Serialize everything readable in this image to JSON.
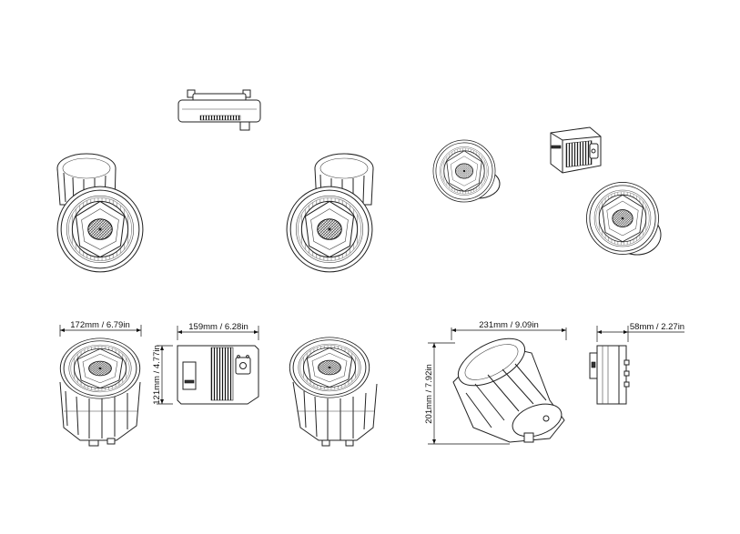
{
  "dimensions": {
    "width_speaker_front": "172mm / 6.79in",
    "height_controller": "121mm / 4.77in",
    "width_controller": "159mm / 6.28in",
    "width_speaker_side": "231mm / 9.09in",
    "height_speaker_side": "201mm / 7.92in",
    "depth_controller": "58mm / 2.27in"
  },
  "colors": {
    "line": "#222222",
    "background": "#ffffff"
  }
}
